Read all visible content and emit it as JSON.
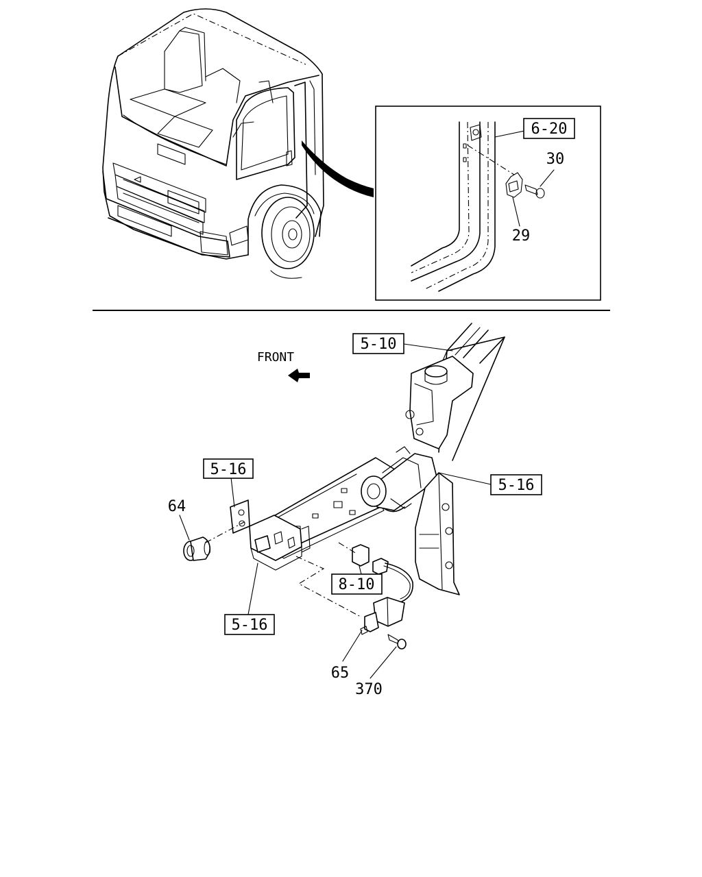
{
  "direction_label": "FRONT",
  "callouts": {
    "ref_6_20": "6-20",
    "part_30": "30",
    "part_29": "29",
    "ref_5_10": "5-10",
    "ref_5_16_left_top": "5-16",
    "ref_5_16_right": "5-16",
    "ref_5_16_left_bottom": "5-16",
    "part_64": "64",
    "ref_8_10": "8-10",
    "part_65": "65",
    "part_370": "370"
  }
}
